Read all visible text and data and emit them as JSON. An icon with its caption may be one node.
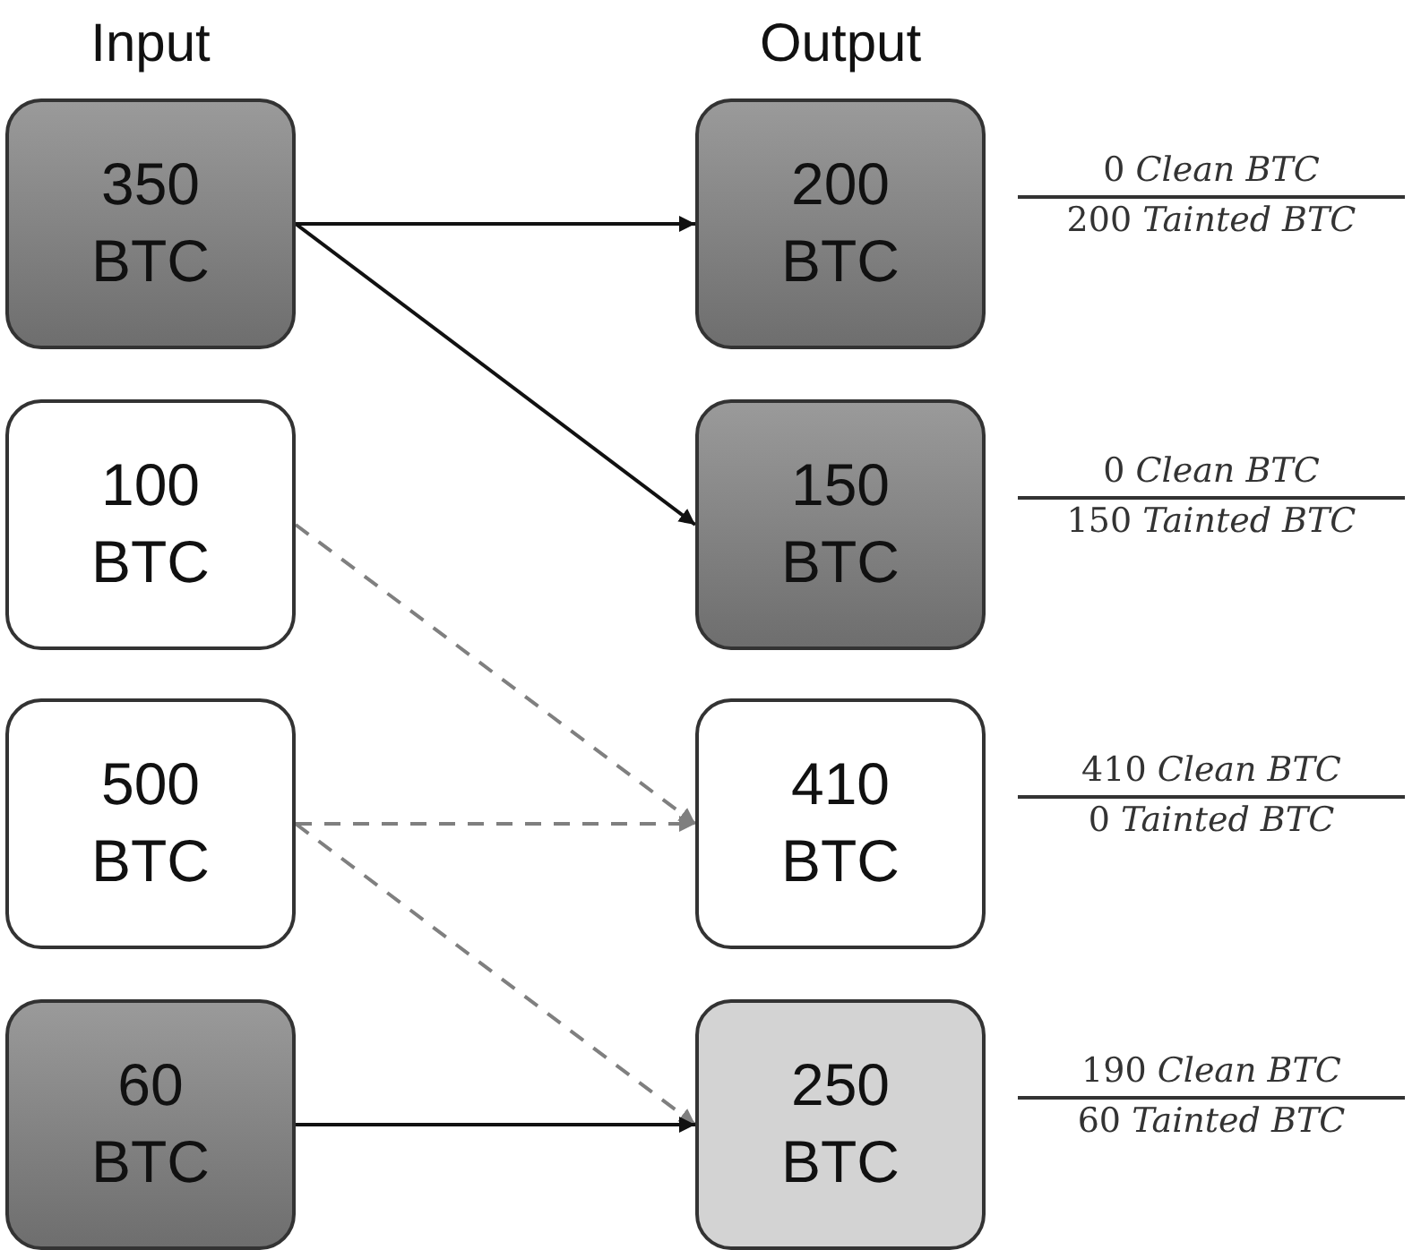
{
  "diagram": {
    "nodes": [
      {
        "text": [
          "350 BTC"
        ]
      },
      {
        "text": [
          "100 BTC"
        ]
      },
      {
        "text": [
          "500 BTC"
        ]
      },
      {
        "text": [
          "60 BTC"
        ]
      },
      {
        "text": [
          "200 BTC"
        ],
        "beside": [
          "0 *Clean BTC*",
          "200 *Tainted BTC*"
        ]
      },
      {
        "text": [
          "150 BTC"
        ],
        "beside": [
          "0 *Clean BTC*",
          "150 *Tainted BTC*"
        ]
      },
      {
        "text": [
          "410 BTC"
        ],
        "beside": [
          "410 *Clean BTC*",
          "0 *Tainted BTC*"
        ]
      },
      {
        "text": [
          "250 BTC"
        ],
        "beside": [
          "190 *Clean BTC*",
          "60 *Tainted BTC*"
        ]
      }
    ],
    "edges": [
      {
        "from": 0,
        "to": 4,
        "arrow": "to"
      },
      {
        "from": 0,
        "to": 5,
        "arrow": "to"
      },
      {
        "from": 1,
        "to": 6,
        "arrow": "to",
        "style": "dashed",
        "color": "#7f7f7f"
      },
      {
        "from": 2,
        "to": 6,
        "arrow": "to",
        "style": "dashed",
        "color": "#7f7f7f"
      },
      {
        "from": 2,
        "to": 7,
        "arrow": "to",
        "style": "dashed",
        "color": "#7f7f7f"
      },
      {
        "from": 3,
        "to": 7,
        "arrow": "to"
      }
    ],
    "labels": [
      "Input",
      "Output"
    ]
  }
}
